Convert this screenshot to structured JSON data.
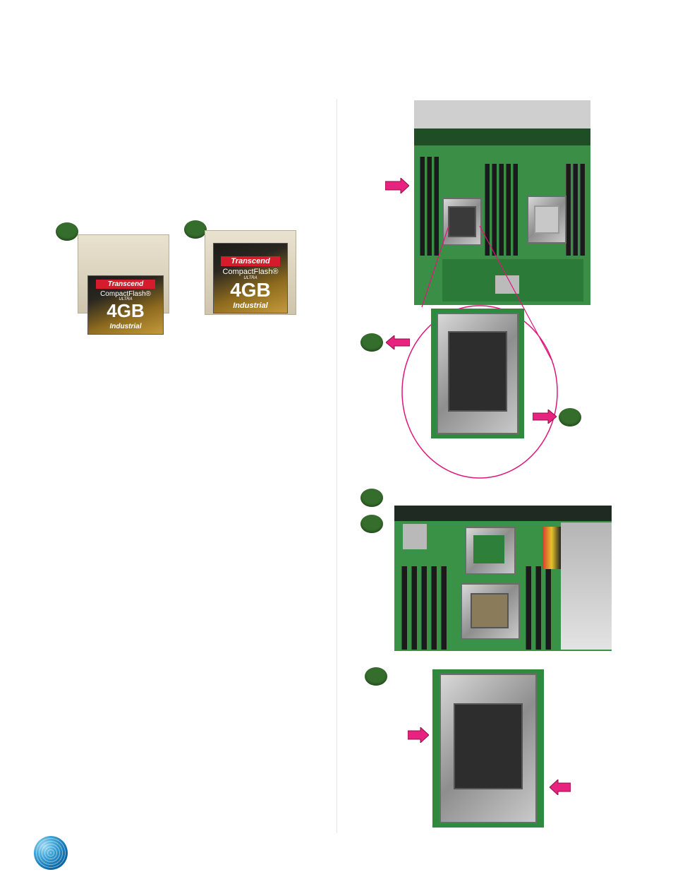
{
  "cf_card": {
    "brand": "Transcend",
    "product": "CompactFlash®",
    "capacity": "4GB",
    "tier": "ULTRA",
    "grade": "Industrial"
  },
  "colors": {
    "badge_green": "#356d2c",
    "arrow_pink": "#e8237f",
    "zoom_circle": "#e0157a",
    "pcb_green": "#2f8a3e"
  },
  "icons": {
    "step_badge": "green-circle-icon",
    "pointer": "pink-arrow-icon",
    "logo": "globe-logo-icon"
  }
}
